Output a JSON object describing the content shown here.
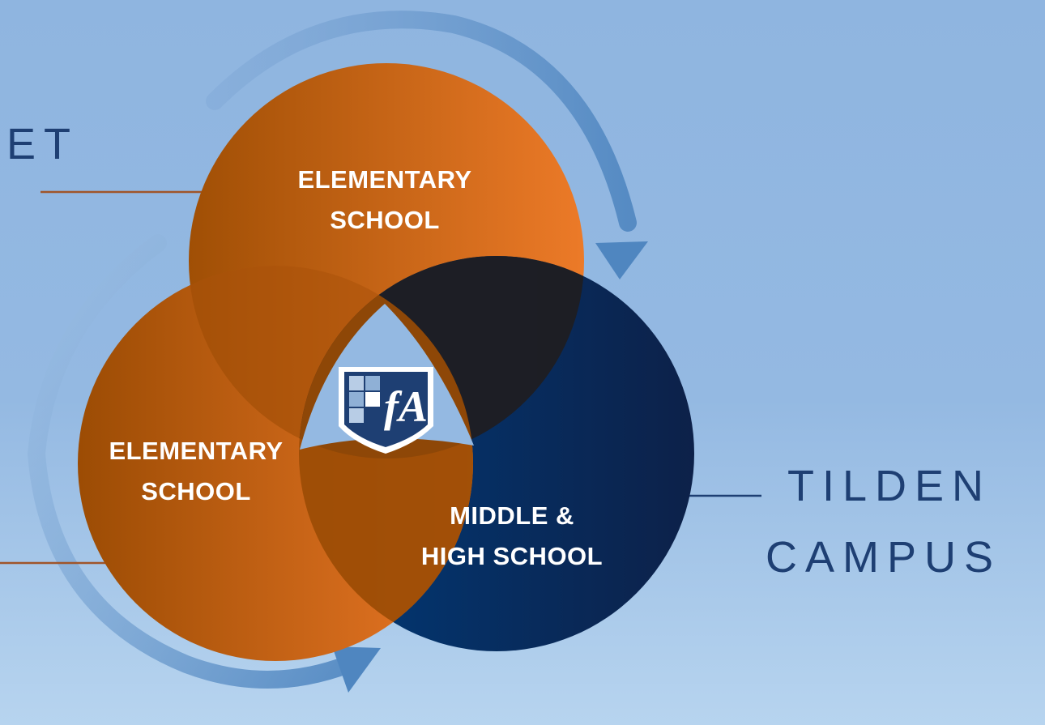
{
  "diagram": {
    "top_circle": {
      "line1": "ELEMENTARY",
      "line2": "SCHOOL"
    },
    "left_circle": {
      "line1": "ELEMENTARY",
      "line2": "SCHOOL"
    },
    "right_circle": {
      "line1": "MIDDLE &",
      "line2": "HIGH SCHOOL"
    },
    "top_left_label": "ET",
    "right_label": {
      "line1": "TILDEN",
      "line2": "CAMPUS"
    },
    "logo_letters": "fA"
  },
  "colors": {
    "background": "#94b9e2",
    "orange_dark": "#a55406",
    "orange_light": "#e87524",
    "navy": "#0f2b5c",
    "arrow": "#5b8fc4",
    "label_text": "#1e3f73"
  }
}
